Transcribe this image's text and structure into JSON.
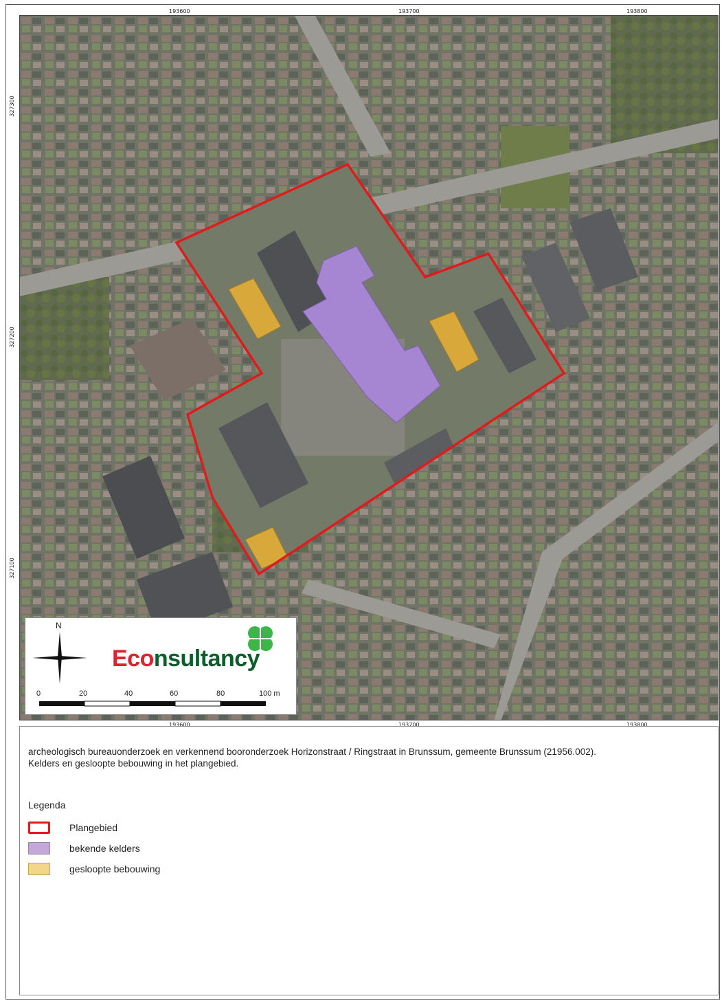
{
  "coords": {
    "top": [
      "193600",
      "193700",
      "193800"
    ],
    "bottom": [
      "193600",
      "193700",
      "193800"
    ],
    "left": [
      "327300",
      "327200",
      "327100"
    ]
  },
  "map": {
    "north_label": "N",
    "logo": {
      "part1": "Eco",
      "part2": "nsultancy"
    },
    "scale_labels": [
      "0",
      "20",
      "40",
      "60",
      "80",
      "100 m"
    ]
  },
  "caption": {
    "line1": "archeologisch bureauonderzoek en verkennend booronderzoek Horizonstraat / Ringstraat in Brunssum, gemeente Brunssum (21956.002).",
    "line2": "Kelders en gesloopte bebouwing in het plangebied."
  },
  "legend": {
    "title": "Legenda",
    "items": [
      {
        "label": "Plangebied",
        "type": "outline",
        "color": "#e31a1c"
      },
      {
        "label": "bekende kelders",
        "type": "fill",
        "color": "#c2a9d8"
      },
      {
        "label": "gesloopte bebouwing",
        "type": "fill",
        "color": "#f4d58c"
      }
    ]
  },
  "colors": {
    "plangebied": "#e31a1c",
    "kelders": "#a685d2",
    "bebouwing": "#d9a83a"
  }
}
